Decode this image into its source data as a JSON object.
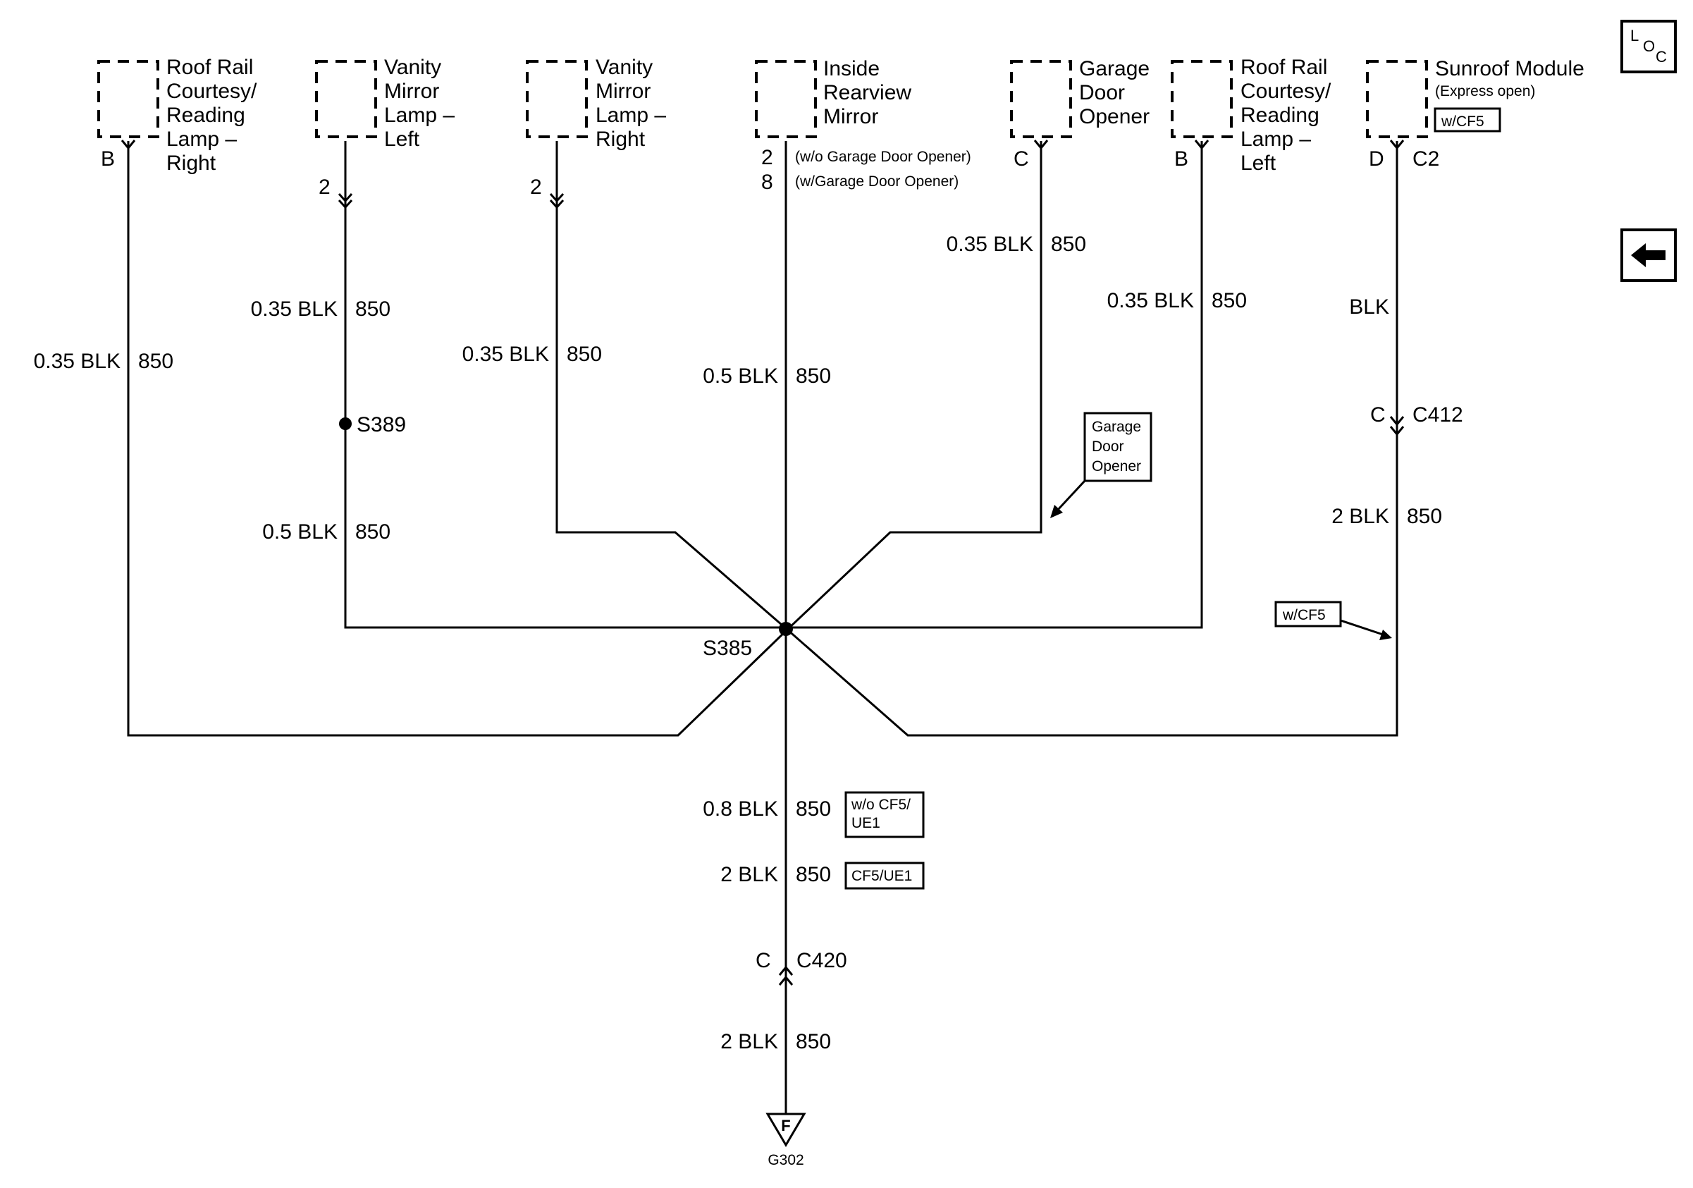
{
  "components": {
    "roof_rail_right": {
      "lines": [
        "Roof Rail",
        "Courtesy/",
        "Reading",
        "Lamp –",
        "Right"
      ],
      "pin": "B"
    },
    "vanity_left": {
      "lines": [
        "Vanity",
        "Mirror",
        "Lamp –",
        "Left"
      ],
      "pin": "2"
    },
    "vanity_right": {
      "lines": [
        "Vanity",
        "Mirror",
        "Lamp –",
        "Right"
      ],
      "pin": "2"
    },
    "inside_mirror": {
      "lines": [
        "Inside",
        "Rearview",
        "Mirror"
      ],
      "pin_a": "2",
      "pin_a_note": "(w/o Garage Door Opener)",
      "pin_b": "8",
      "pin_b_note": "(w/Garage Door Opener)"
    },
    "garage_door": {
      "lines": [
        "Garage",
        "Door",
        "Opener"
      ],
      "pin": "C"
    },
    "roof_rail_left": {
      "lines": [
        "Roof Rail",
        "Courtesy/",
        "Reading",
        "Lamp –",
        "Left"
      ],
      "pin": "B"
    },
    "sunroof": {
      "title": "Sunroof Module",
      "note": "(Express open)",
      "option": "w/CF5",
      "pin": "D",
      "connector": "C2"
    }
  },
  "wires": {
    "roof_right": {
      "size": "0.35 BLK",
      "circuit": "850"
    },
    "vanity_left_upper": {
      "size": "0.35 BLK",
      "circuit": "850"
    },
    "vanity_left_lower": {
      "size": "0.5 BLK",
      "circuit": "850"
    },
    "vanity_right": {
      "size": "0.35 BLK",
      "circuit": "850"
    },
    "mirror": {
      "size": "0.5 BLK",
      "circuit": "850"
    },
    "garage": {
      "size": "0.35 BLK",
      "circuit": "850"
    },
    "roof_left": {
      "size": "0.35 BLK",
      "circuit": "850"
    },
    "sunroof_upper": {
      "size": "BLK"
    },
    "sunroof_lower": {
      "size": "2 BLK",
      "circuit": "850"
    },
    "trunk_a": {
      "size": "0.8 BLK",
      "circuit": "850",
      "option": [
        "w/o CF5/",
        "UE1"
      ]
    },
    "trunk_b": {
      "size": "2 BLK",
      "circuit": "850",
      "option": "CF5/UE1"
    },
    "ground": {
      "size": "2 BLK",
      "circuit": "850"
    }
  },
  "splices": {
    "s389": "S389",
    "s385": "S385"
  },
  "connectors": {
    "c412": {
      "pin": "C",
      "name": "C412"
    },
    "c420": {
      "pin": "C",
      "name": "C420"
    }
  },
  "callouts": {
    "garage_door": [
      "Garage",
      "Door",
      "Opener"
    ],
    "cf5": "w/CF5"
  },
  "ground": {
    "terminal": "F",
    "name": "G302"
  },
  "nav": {
    "loc": {
      "l": "L",
      "o": "O",
      "c": "C"
    },
    "back_icon": "left-arrow-icon"
  }
}
